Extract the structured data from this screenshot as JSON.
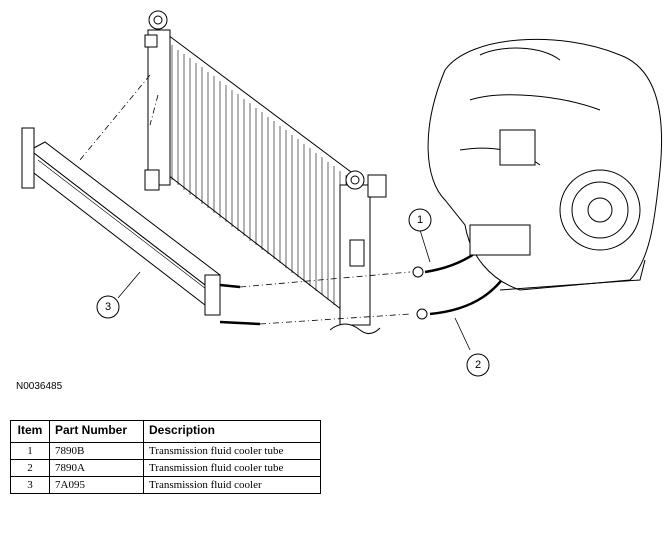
{
  "figure_id": "N0036485",
  "callouts": [
    "1",
    "2",
    "3"
  ],
  "table": {
    "headers": [
      "Item",
      "Part Number",
      "Description"
    ],
    "rows": [
      {
        "item": "1",
        "part_number": "7890B",
        "description": "Transmission fluid cooler tube"
      },
      {
        "item": "2",
        "part_number": "7890A",
        "description": "Transmission fluid cooler tube"
      },
      {
        "item": "3",
        "part_number": "7A095",
        "description": "Transmission fluid cooler"
      }
    ]
  }
}
